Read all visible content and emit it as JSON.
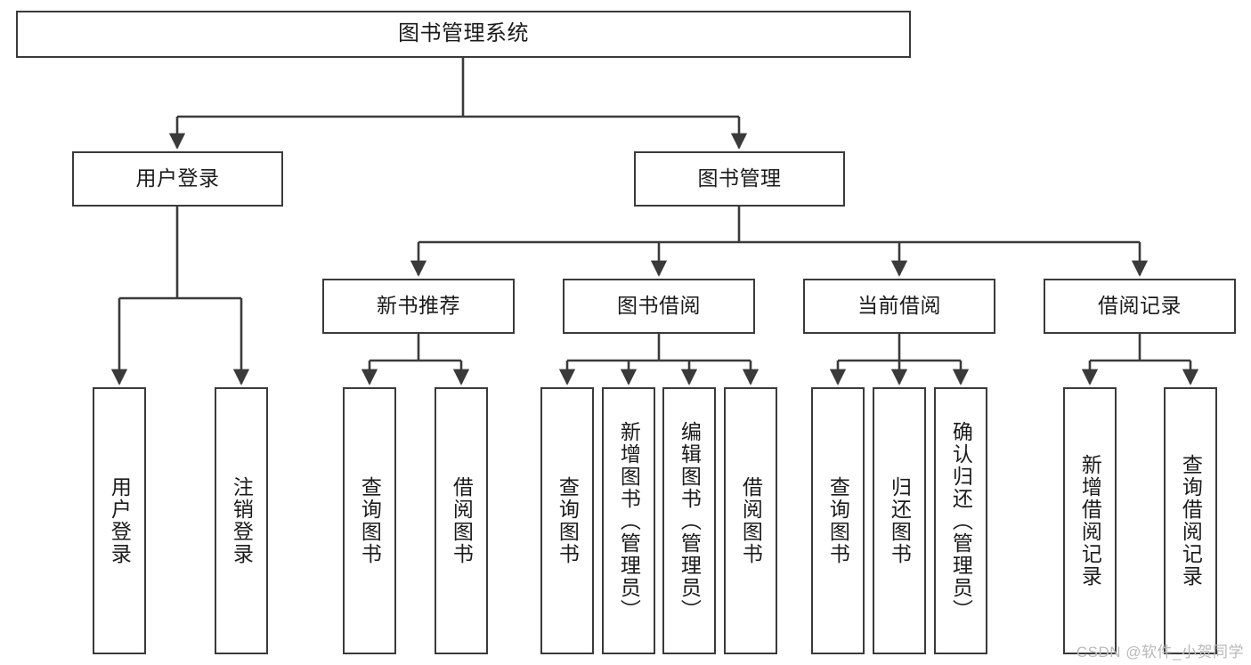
{
  "diagram": {
    "title": "图书管理系统",
    "watermark": "CSDN @软件_小贺同学",
    "colors": {
      "box_border": "#3a3a3a",
      "box_fill": "#ffffff",
      "edge": "#3a3a3a",
      "text": "#1b1b1b",
      "watermark": "#b9b9b9",
      "background": "#ffffff"
    },
    "root": {
      "label": "图书管理系统"
    },
    "level2": [
      {
        "label": "用户登录"
      },
      {
        "label": "图书管理"
      }
    ],
    "level3": [
      {
        "label": "新书推荐"
      },
      {
        "label": "图书借阅"
      },
      {
        "label": "当前借阅"
      },
      {
        "label": "借阅记录"
      }
    ],
    "leaves": {
      "user_login": [
        {
          "label": "用户登录"
        },
        {
          "label": "注销登录"
        }
      ],
      "new_book_recommend": [
        {
          "label": "查询图书"
        },
        {
          "label": "借阅图书"
        }
      ],
      "book_borrow": [
        {
          "label": "查询图书"
        },
        {
          "label": "新增图书（管理员）"
        },
        {
          "label": "编辑图书（管理员）"
        },
        {
          "label": "借阅图书"
        }
      ],
      "current_borrow": [
        {
          "label": "查询图书"
        },
        {
          "label": "归还图书"
        },
        {
          "label": "确认归还（管理员）"
        }
      ],
      "borrow_record": [
        {
          "label": "新增借阅记录"
        },
        {
          "label": "查询借阅记录"
        }
      ]
    }
  }
}
